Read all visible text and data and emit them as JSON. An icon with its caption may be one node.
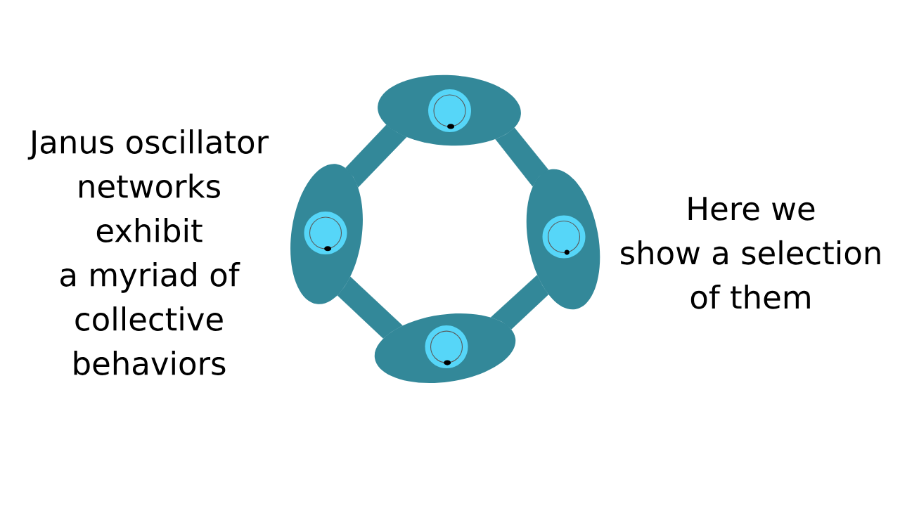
{
  "diagram": {
    "nodes": [
      {
        "text": [],
        "shape": "ellipse"
      },
      {
        "text": [],
        "shape": "ellipse"
      },
      {
        "text": [],
        "shape": "ellipse"
      },
      {
        "text": [],
        "shape": "ellipse"
      }
    ],
    "edges": [
      {
        "from": 0,
        "to": 1,
        "arrow": "none"
      },
      {
        "from": 0,
        "to": 2,
        "arrow": "none"
      },
      {
        "from": 1,
        "to": 3,
        "arrow": "none"
      },
      {
        "from": 2,
        "to": 3,
        "arrow": "none"
      }
    ],
    "labels": [
      "Janus oscillator networks exhibit a myriad of collective behaviors",
      "Here we show a selection of them"
    ]
  }
}
